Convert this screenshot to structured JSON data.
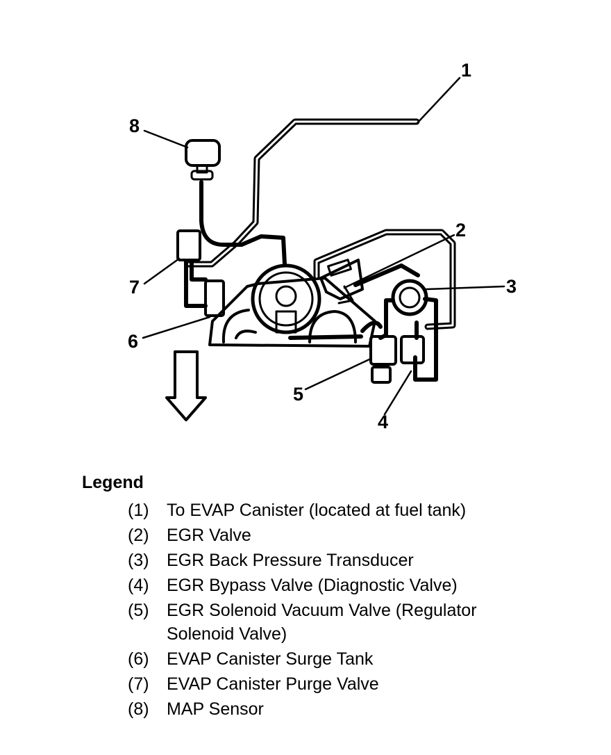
{
  "callouts": [
    "1",
    "2",
    "3",
    "4",
    "5",
    "6",
    "7",
    "8"
  ],
  "legend": {
    "title": "Legend",
    "items": [
      {
        "num": "(1)",
        "text": "To EVAP Canister (located at fuel tank)"
      },
      {
        "num": "(2)",
        "text": "EGR Valve"
      },
      {
        "num": "(3)",
        "text": "EGR Back Pressure Transducer"
      },
      {
        "num": "(4)",
        "text": "EGR Bypass Valve (Diagnostic Valve)"
      },
      {
        "num": "(5)",
        "text": "EGR Solenoid Vacuum Valve (Regulator Solenoid Valve)"
      },
      {
        "num": "(6)",
        "text": "EVAP Canister Surge Tank"
      },
      {
        "num": "(7)",
        "text": "EVAP Canister Purge Valve"
      },
      {
        "num": "(8)",
        "text": "MAP Sensor"
      }
    ]
  }
}
